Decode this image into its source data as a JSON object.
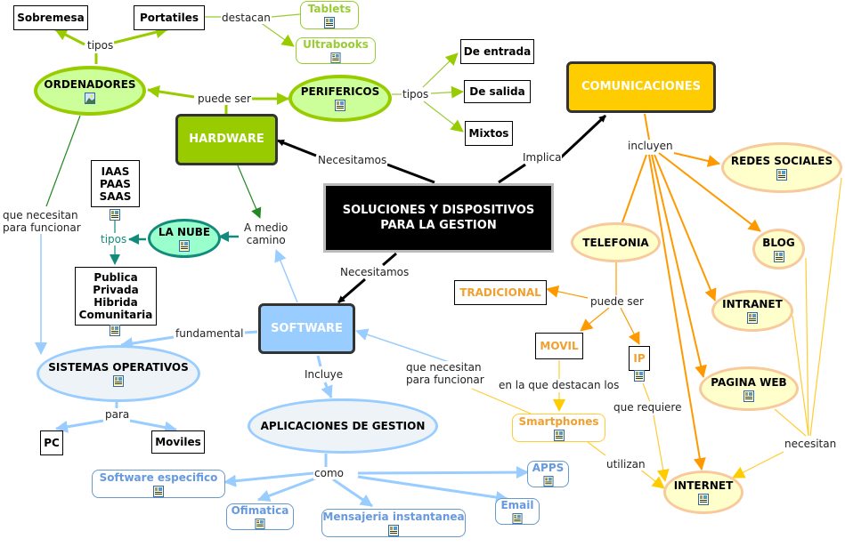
{
  "title": "SOLUCIONES Y DISPOSITIVOS PARA LA GESTION",
  "colors": {
    "hardware": "#99cc00",
    "comunicaciones": "#ffcc00",
    "software": "#99ccff",
    "nube": "#138b7c",
    "orange": "#ff9900",
    "yellow": "#ffcc33"
  },
  "nodes": {
    "central": {
      "line1": "SOLUCIONES Y DISPOSITIVOS",
      "line2": "PARA LA GESTION"
    },
    "hardware": "HARDWARE",
    "comunicaciones": "COMUNICACIONES",
    "software": "SOFTWARE",
    "ordenadores": "ORDENADORES",
    "perifericos": "PERIFERICOS",
    "sobremesa": "Sobremesa",
    "portatiles": "Portatiles",
    "tablets": "Tablets",
    "ultrabooks": "Ultrabooks",
    "de_entrada": "De entrada",
    "de_salida": "De salida",
    "mixtos": "Mixtos",
    "iaas": {
      "l1": "IAAS",
      "l2": "PAAS",
      "l3": "SAAS"
    },
    "la_nube": "LA NUBE",
    "nube_tipos": {
      "l1": "Publica",
      "l2": "Privada",
      "l3": "Hibrida",
      "l4": "Comunitaria"
    },
    "sistemas_operativos": "SISTEMAS OPERATIVOS",
    "pc": "PC",
    "moviles": "Moviles",
    "aplicaciones": "APLICACIONES DE GESTION",
    "software_especifico": "Software especifico",
    "ofimatica": "Ofimatica",
    "mensajeria": "Mensajeria instantanea",
    "apps": "APPS",
    "email": "Email",
    "telefonia": "TELEFONIA",
    "tradicional": "TRADICIONAL",
    "movil": "MOVIL",
    "ip": "IP",
    "smartphones": "Smartphones",
    "redes_sociales": "REDES SOCIALES",
    "blog": "BLOG",
    "intranet": "INTRANET",
    "pagina_web": "PAGINA WEB",
    "internet": "INTERNET"
  },
  "links": {
    "tipos_ordenadores": "tipos",
    "destacan": "destacan",
    "puede_ser_hw": "puede ser",
    "tipos_perifericos": "tipos",
    "necesitamos_hw": "Necesitamos",
    "implica": "Implica",
    "necesitamos_sw": "Necesitamos",
    "que_necesitan_1": "que necesitan",
    "para_funcionar_1": "para funcionar",
    "a_medio": "A medio",
    "camino": "camino",
    "tipos_nube": "tipos",
    "fundamental": "fundamental",
    "para": "para",
    "incluye": "Incluye",
    "como": "como",
    "que_necesitan_2": "que necesitan",
    "para_funcionar_2": "para funcionar",
    "incluyen": "incluyen",
    "puede_ser_tel": "puede ser",
    "en_la_que": "en la que destacan los",
    "que_requiere": "que requiere",
    "utilizan": "utilizan",
    "necesitan": "necesitan"
  }
}
